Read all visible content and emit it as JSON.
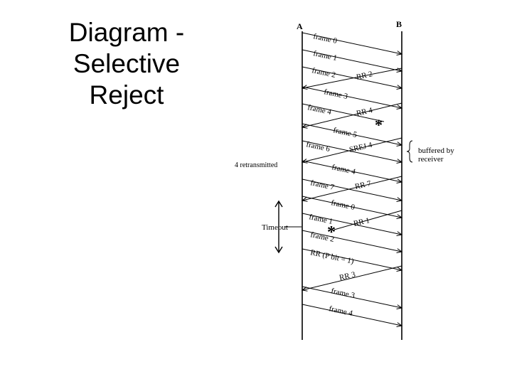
{
  "slide": {
    "title_lines": [
      "Diagram -",
      "Selective",
      "Reject"
    ]
  },
  "diagram": {
    "station_a": "A",
    "station_b": "B",
    "messages": [
      {
        "label": "frame 0",
        "dir": "A-B"
      },
      {
        "label": "frame 1",
        "dir": "A-B"
      },
      {
        "label": "frame 2",
        "dir": "A-B"
      },
      {
        "label": "RR 2",
        "dir": "B-A"
      },
      {
        "label": "frame 3",
        "dir": "A-B"
      },
      {
        "label": "frame 4",
        "dir": "A-B"
      },
      {
        "label": "RR 4",
        "dir": "B-A"
      },
      {
        "label": "frame 5",
        "dir": "A-B"
      },
      {
        "label": "frame 6",
        "dir": "A-B"
      },
      {
        "label": "SREJ 4",
        "dir": "B-A"
      },
      {
        "label": "frame 4",
        "dir": "A-B"
      },
      {
        "label": "frame 7",
        "dir": "A-B"
      },
      {
        "label": "RR 7",
        "dir": "B-A"
      },
      {
        "label": "frame 0",
        "dir": "A-B"
      },
      {
        "label": "frame 1",
        "dir": "A-B"
      },
      {
        "label": "RR 1",
        "dir": "B-A"
      },
      {
        "label": "frame 2",
        "dir": "A-B"
      },
      {
        "label": "RR (P bit = 1)",
        "dir": "A-B"
      },
      {
        "label": "RR 3",
        "dir": "B-A"
      },
      {
        "label": "frame 3",
        "dir": "A-B"
      },
      {
        "label": "frame 4",
        "dir": "A-B"
      }
    ],
    "notes": {
      "buffered_line1": "buffered by",
      "buffered_line2": "receiver",
      "retransmitted": "4 retransmitted",
      "timeout": "Timeout",
      "lost_marker": "*"
    }
  }
}
